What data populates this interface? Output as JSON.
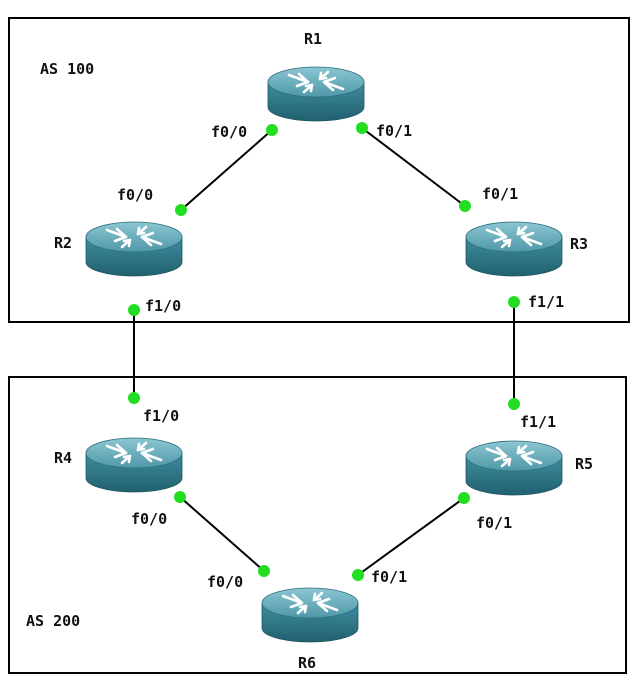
{
  "colors": {
    "frame": "#000000",
    "link": "#000000",
    "port_dot": "#22dd22",
    "router_top": "#5fa8b8",
    "router_side": "#2f7383",
    "router_arrow": "#ffffff"
  },
  "regions": {
    "as100": {
      "label": "AS 100"
    },
    "as200": {
      "label": "AS 200"
    }
  },
  "routers": {
    "r1": {
      "name": "R1",
      "icon": "router-icon"
    },
    "r2": {
      "name": "R2",
      "icon": "router-icon"
    },
    "r3": {
      "name": "R3",
      "icon": "router-icon"
    },
    "r4": {
      "name": "R4",
      "icon": "router-icon"
    },
    "r5": {
      "name": "R5",
      "icon": "router-icon"
    },
    "r6": {
      "name": "R6",
      "icon": "router-icon"
    }
  },
  "links": {
    "r1_r2": {
      "from": "R1",
      "from_port": "f0/0",
      "to": "R2",
      "to_port": "f0/0"
    },
    "r1_r3": {
      "from": "R1",
      "from_port": "f0/1",
      "to": "R3",
      "to_port": "f0/1"
    },
    "r2_r4": {
      "from": "R2",
      "from_port": "f1/0",
      "to": "R4",
      "to_port": "f1/0"
    },
    "r3_r5": {
      "from": "R3",
      "from_port": "f1/1",
      "to": "R5",
      "to_port": "f1/1"
    },
    "r4_r6": {
      "from": "R4",
      "from_port": "f0/0",
      "to": "R6",
      "to_port": "f0/0"
    },
    "r5_r6": {
      "from": "R5",
      "from_port": "f0/1",
      "to": "R6",
      "to_port": "f0/1"
    }
  }
}
